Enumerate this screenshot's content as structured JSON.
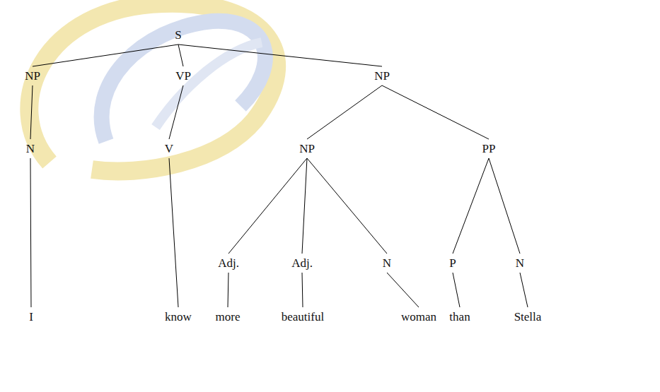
{
  "diagram": {
    "nodes": [
      {
        "text": [
          "S"
        ]
      },
      {
        "text": [
          "NP"
        ]
      },
      {
        "text": [
          "VP"
        ]
      },
      {
        "text": [
          "NP"
        ]
      },
      {
        "text": [
          "N"
        ]
      },
      {
        "text": [
          "V"
        ]
      },
      {
        "text": [
          "NP"
        ]
      },
      {
        "text": [
          "PP"
        ]
      },
      {
        "text": [
          "Adj."
        ]
      },
      {
        "text": [
          "Adj."
        ]
      },
      {
        "text": [
          "N"
        ]
      },
      {
        "text": [
          "P"
        ]
      },
      {
        "text": [
          "N"
        ]
      },
      {
        "text": [
          "I"
        ]
      },
      {
        "text": [
          "know"
        ]
      },
      {
        "text": [
          "more"
        ]
      },
      {
        "text": [
          "beautiful"
        ]
      },
      {
        "text": [
          "woman"
        ]
      },
      {
        "text": [
          "than"
        ]
      },
      {
        "text": [
          "Stella"
        ]
      }
    ],
    "edges": [
      {
        "from": 0,
        "to": 1,
        "arrow": "none"
      },
      {
        "from": 0,
        "to": 2,
        "arrow": "none"
      },
      {
        "from": 0,
        "to": 3,
        "arrow": "none"
      },
      {
        "from": 1,
        "to": 4,
        "arrow": "none"
      },
      {
        "from": 2,
        "to": 5,
        "arrow": "none"
      },
      {
        "from": 3,
        "to": 6,
        "arrow": "none"
      },
      {
        "from": 3,
        "to": 7,
        "arrow": "none"
      },
      {
        "from": 4,
        "to": 13,
        "arrow": "none"
      },
      {
        "from": 5,
        "to": 14,
        "arrow": "none"
      },
      {
        "from": 6,
        "to": 8,
        "arrow": "none"
      },
      {
        "from": 6,
        "to": 9,
        "arrow": "none"
      },
      {
        "from": 6,
        "to": 10,
        "arrow": "none"
      },
      {
        "from": 7,
        "to": 11,
        "arrow": "none"
      },
      {
        "from": 7,
        "to": 12,
        "arrow": "none"
      },
      {
        "from": 8,
        "to": 15,
        "arrow": "none"
      },
      {
        "from": 9,
        "to": 16,
        "arrow": "none"
      },
      {
        "from": 10,
        "to": 17,
        "arrow": "none"
      },
      {
        "from": 11,
        "to": 18,
        "arrow": "none"
      },
      {
        "from": 12,
        "to": 19,
        "arrow": "none"
      }
    ]
  }
}
